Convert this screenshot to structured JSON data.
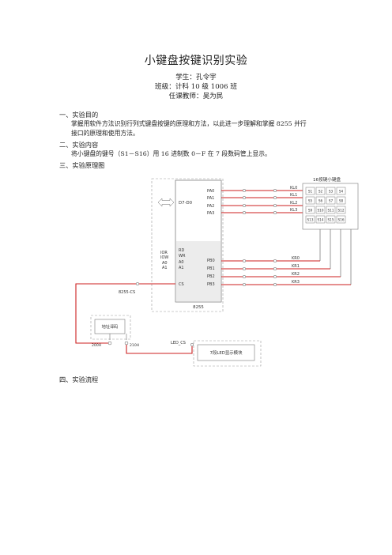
{
  "title": "小键盘按键识别实验",
  "student": "学生：孔令宇",
  "class": "班级：计科 10 级 1006 班",
  "teacher": "任课教师：吴为民",
  "sections": [
    {
      "heading": "一、实验目的",
      "lines": [
        "掌握用软件方法识别行列式键盘按键的原理和方法，以此进一步理解和掌握 8255 并行",
        "接口的原理和使用方法。"
      ]
    },
    {
      "heading": "二、实验内容",
      "lines": [
        "将小键盘的键号（S1－S16）用 16 进制数 0－F 在 7 段数码管上显示。"
      ]
    },
    {
      "heading": "三、实验原理图",
      "lines": []
    },
    {
      "heading": "四、实验流程",
      "lines": []
    }
  ],
  "diagram": {
    "keypad_title": "16按键小键盘",
    "keys": [
      "S1",
      "S2",
      "S3",
      "S4",
      "S5",
      "S6",
      "S7",
      "S8",
      "S9",
      "S10",
      "S11",
      "S12",
      "S13",
      "S14",
      "S15",
      "S16"
    ],
    "bus_label": "D7-D0",
    "left_pins": [
      "IOR",
      "IOW",
      "A0",
      "A1"
    ],
    "mid_pins": [
      "RD",
      "WR",
      "A0",
      "A1",
      "CS"
    ],
    "pa_pins": [
      "PA0",
      "PA1",
      "PA2",
      "PA3"
    ],
    "pb_pins": [
      "PB0",
      "PB1",
      "PB2",
      "PB3"
    ],
    "kl_labels": [
      "KL0",
      "KL1",
      "KL2",
      "KL3"
    ],
    "kr_labels": [
      "KR0",
      "KR1",
      "KR2",
      "KR3"
    ],
    "chip_name": "8255",
    "cs_label": "8255-CS",
    "decoder_label": "地址译码",
    "addr_left": "200H",
    "addr_right": "210H",
    "led_cs_label": "LED_CS",
    "led_module_label": "7段LED显示模块"
  }
}
